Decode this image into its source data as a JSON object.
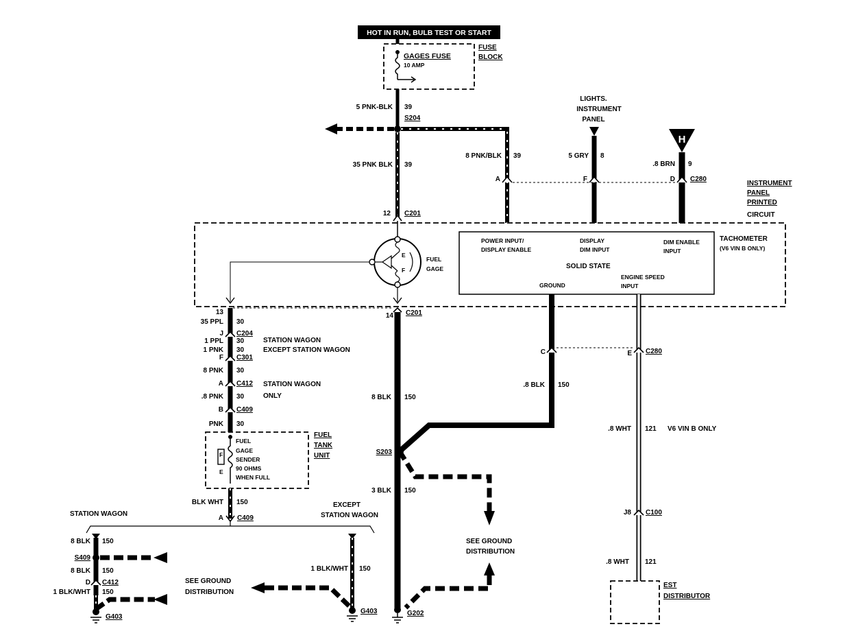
{
  "header": {
    "power_source": "HOT IN RUN, BULB TEST OR START"
  },
  "fuse_block": {
    "fuse_name": "GAGES FUSE",
    "fuse_rating": "10 AMP",
    "label_1": "FUSE",
    "label_2": "BLOCK"
  },
  "feed": {
    "wire_top": "5 PNK-BLK",
    "circuit_top": "39",
    "splice": "S204",
    "wire_mid": "35 PNK BLK",
    "circuit_mid": "39",
    "pin_c201_top": "12",
    "conn_c201_top": "C201"
  },
  "tach_inputs": {
    "wire_power": "8 PNK/BLK",
    "circuit_power": "39",
    "pin_power": "A",
    "lights_line1": "LIGHTS.",
    "lights_line2": "INSTRUMENT",
    "lights_line3": "PANEL",
    "wire_dim": "5 GRY",
    "circuit_dim": "8",
    "pin_dim": "F",
    "h_symbol": "H",
    "wire_dimenable": ".8 BRN",
    "circuit_dimenable": "9",
    "pin_dimenable": "D",
    "conn": "C280"
  },
  "ipc_label": {
    "line1": "INSTRUMENT",
    "line2": "PANEL",
    "line3": "PRINTED",
    "line4": "CIRCUIT"
  },
  "tachometer": {
    "title": "TACHOMETER",
    "subtitle": "(V6 VIN B ONLY)",
    "power_line1": "POWER INPUT/",
    "power_line2": "DISPLAY ENABLE",
    "dim_line1": "DISPLAY",
    "dim_line2": "DIM INPUT",
    "dimen_line1": "DIM ENABLE",
    "dimen_line2": "INPUT",
    "solid_state": "SOLID STATE",
    "ground": "GROUND",
    "speed_line1": "ENGINE SPEED",
    "speed_line2": "INPUT"
  },
  "fuel_gage": {
    "line1": "FUEL",
    "line2": "GAGE",
    "e": "E",
    "f": "F"
  },
  "sender_circuit": {
    "pin_13": "13",
    "wire_ppl": "35 PPL",
    "circuit_30a": "30",
    "pin_j": "J",
    "conn_c204": "C204",
    "wire_1ppl": "1 PPL",
    "wire_1pnk": "1 PNK",
    "circuit_30b": "30",
    "circuit_30c": "30",
    "sw_line1": "STATION WAGON",
    "sw_line2": "EXCEPT STATION WAGON",
    "pin_f": "F",
    "conn_c301": "C301",
    "wire_8pnk": "8 PNK",
    "circuit_30d": "30",
    "pin_a": "A",
    "conn_c412": "C412",
    "swo_line1": "STATION WAGON",
    "swo_line2": "ONLY",
    "wire_8pnk2": ".8 PNK",
    "circuit_30e": "30",
    "pin_b": "B",
    "conn_c409": "C409",
    "wire_pnk": "PNK",
    "circuit_30f": "30"
  },
  "fuel_sender": {
    "line1": "FUEL",
    "line2": "GAGE",
    "line3": "SENDER",
    "line4": "90 OHMS",
    "line5": "WHEN FULL",
    "f": "F",
    "e": "E",
    "unit_1": "FUEL",
    "unit_2": "TANK",
    "unit_3": "UNIT"
  },
  "sender_ground": {
    "wire": "BLK WHT",
    "circuit": "150",
    "pin_a": "A",
    "conn_c409": "C409",
    "sw_label": "STATION WAGON",
    "esw_line1": "EXCEPT",
    "esw_line2": "STATION WAGON",
    "sw_wire1": "8 BLK",
    "sw_circ1": "150",
    "sw_splice": "S409",
    "sw_wire2": "8 BLK",
    "sw_circ2": "150",
    "sw_pin_d": "D",
    "sw_conn": "C412",
    "sw_wire3": "1 BLK/WHT",
    "sw_circ3": "150",
    "sw_ground": "G403",
    "see_line1": "SEE GROUND",
    "see_line2": "DISTRIBUTION",
    "esw_wire": "1 BLK/WHT",
    "esw_circ": "150",
    "esw_ground": "G403"
  },
  "gage_ground": {
    "pin_14": "14",
    "conn_c201": "C201",
    "wire_8blk": "8 BLK",
    "circuit_150a": "150",
    "splice": "S203",
    "wire_3blk": "3 BLK",
    "circuit_150b": "150",
    "see_line1": "SEE GROUND",
    "see_line2": "DISTRIBUTION",
    "ground": "G202"
  },
  "tach_ground": {
    "pin_c": "C",
    "wire": ".8 BLK",
    "circuit": "150"
  },
  "tach_speed": {
    "pin_e": "E",
    "conn": "C280",
    "wire_1": ".8 WHT",
    "circuit_1": "121",
    "v6_note": "V6  VIN B ONLY",
    "pin_j8": "J8",
    "conn_c100": "C100",
    "wire_2": ".8 WHT",
    "circuit_2": "121",
    "est_1": "EST",
    "est_2": "DISTRIBUTOR"
  }
}
